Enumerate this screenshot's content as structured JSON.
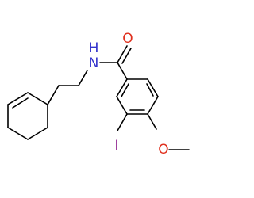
{
  "colors": {
    "bond": "#000000",
    "nitrogen": "#3333cc",
    "oxygen": "#e0301e",
    "iodine": "#8b1a8b",
    "background": "#ffffff"
  },
  "atoms": {
    "n_label": "N",
    "h_label": "H",
    "carbonyl_o_label": "O",
    "iodine_label": "I",
    "methoxy_o_label": "O"
  }
}
